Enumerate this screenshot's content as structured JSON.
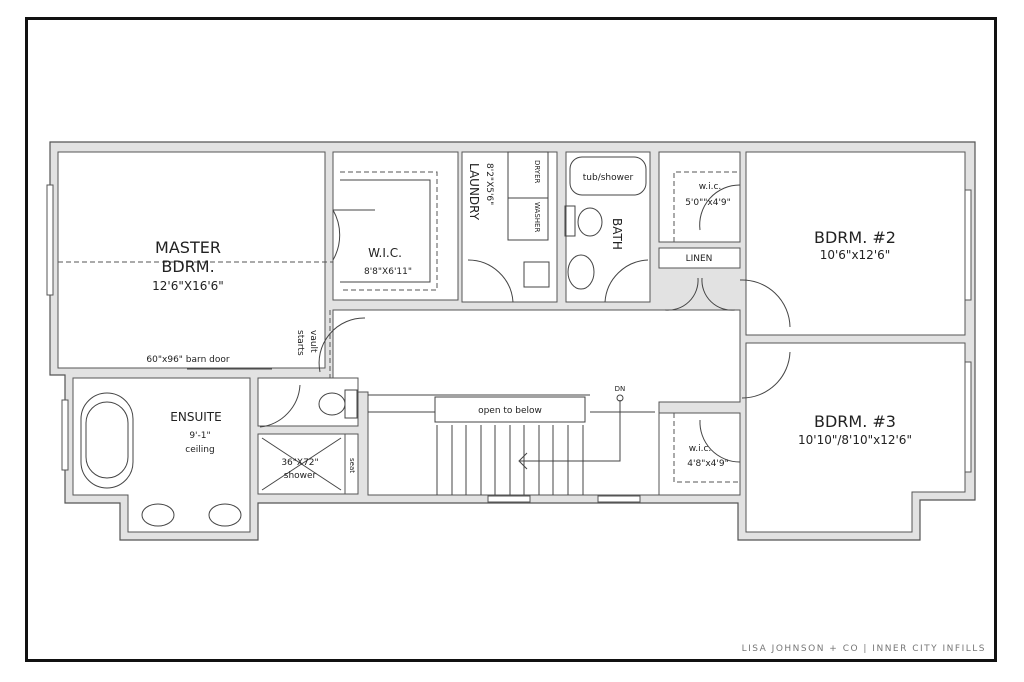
{
  "rooms": {
    "master": {
      "name": "MASTER",
      "name2": "BDRM.",
      "size": "12'6\"X16'6\""
    },
    "wic": {
      "name": "W.I.C.",
      "size": "8'8\"X6'11\""
    },
    "laundry": {
      "name": "LAUNDRY",
      "size": "8'2\"X5'6\"",
      "dryer": "DRYER",
      "washer": "WASHER"
    },
    "bath": {
      "name": "BATH",
      "tub": "tub/shower"
    },
    "wic2": {
      "name": "w.i.c.",
      "size": "5'0\"\"x4'9\""
    },
    "linen": {
      "name": "LINEN"
    },
    "bdrm2": {
      "name": "BDRM. #2",
      "size": "10'6\"x12'6\""
    },
    "bdrm3": {
      "name": "BDRM. #3",
      "size": "10'10\"/8'10\"x12'6\""
    },
    "wic3": {
      "name": "w.i.c.",
      "size": "4'8\"x4'9\""
    },
    "ensuite": {
      "name": "ENSUITE",
      "ceiling1": "9'-1\"",
      "ceiling2": "ceiling",
      "shower1": "36\"X72\"",
      "shower2": "shower",
      "seat": "seat"
    },
    "stairs": {
      "open": "open to below",
      "dn": "DN"
    }
  },
  "notes": {
    "barn_door": "60\"x96\" barn door",
    "vault1": "vault",
    "vault2": "starts"
  },
  "footer": "LISA JOHNSON + CO | INNER CITY INFILLS"
}
